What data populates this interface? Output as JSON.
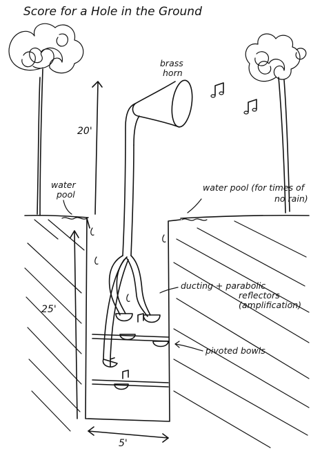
{
  "title": "Score for a Hole in the Ground",
  "labels": {
    "brass_horn": [
      "brass",
      "horn"
    ],
    "water_pool_left": [
      "water",
      "pool"
    ],
    "water_pool_right": [
      "water pool (for times of",
      "no rain)"
    ],
    "ducting": [
      "ducting + parabolic",
      "reflectors",
      "(amplification)"
    ],
    "pivoted_bowls": "pivoted bowls"
  },
  "dimensions": {
    "horn_height": "20'",
    "hole_depth": "25'",
    "hole_width": "5'"
  },
  "icons": [
    "tree-icon",
    "music-note-icon",
    "brass-horn-icon",
    "bowl-icon",
    "water-drop-icon"
  ],
  "ink_color": "#111111",
  "paper_color": "#ffffff"
}
